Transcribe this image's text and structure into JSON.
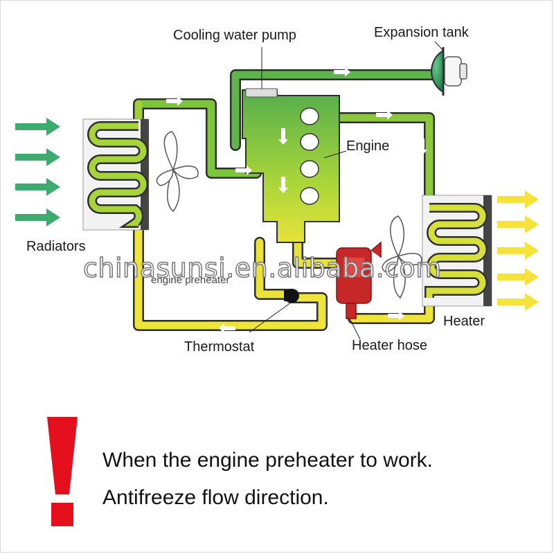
{
  "labels": {
    "cooling_water_pump": "Cooling water pump",
    "expansion_tank": "Expansion tank",
    "engine": "Engine",
    "radiators": "Radiators",
    "engine_preheater": "engine preheater",
    "thermostat": "Thermostat",
    "heater_hose": "Heater hose",
    "heater": "Heater"
  },
  "watermark": "chinasunsi.en.alibaba.com",
  "caption": {
    "line1": "When the engine preheater to work.",
    "line2": "Antifreeze flow direction."
  },
  "icons": {
    "warning": "exclamation-icon",
    "flow_arrow": "arrow-right-icon"
  },
  "colors": {
    "pipe_green": "#4caf50",
    "pipe_yellow": "#e8e23a",
    "inflow_arrows": "#3dab6e",
    "outflow_arrows": "#f5e23a",
    "preheater_red": "#c62828",
    "warning_red": "#e5101e"
  }
}
